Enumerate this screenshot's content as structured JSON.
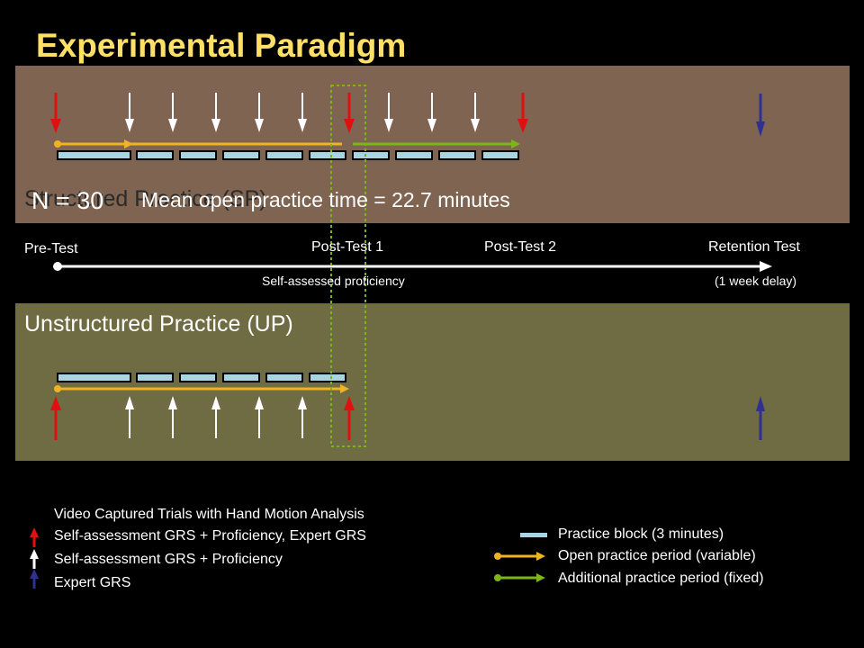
{
  "title": "Experimental Paradigm",
  "structured": {
    "label": "Structured Practice (SP)",
    "n_label": "N = 30",
    "mean_label": "Mean open practice time = 22.7 minutes"
  },
  "unstructured": {
    "label": "Unstructured Practice (UP)"
  },
  "timeline": {
    "pre_test": "Pre-Test",
    "post_test_1": "Post-Test 1",
    "post_test_2": "Post-Test 2",
    "retention_test": "Retention Test",
    "self_assessed": "Self-assessed proficiency",
    "week_delay": "(1 week delay)"
  },
  "legend": {
    "video_trials": "Video Captured Trials with Hand Motion Analysis",
    "red_arrow": "Self-assessment GRS + Proficiency, Expert GRS",
    "white_arrow": "Self-assessment GRS + Proficiency",
    "blue_arrow": "Expert GRS",
    "practice_block": "Practice block (3 minutes)",
    "open_practice": "Open practice period (variable)",
    "additional_practice": "Additional practice period (fixed)"
  },
  "colors": {
    "title": "#FFE066",
    "red_arrow": "#E01010",
    "white_arrow": "#FFFFFF",
    "blue_arrow": "#2E3192",
    "practice_block": "#A9D5E3",
    "open_practice": "#F0B323",
    "additional_practice": "#7CB518",
    "sp_panel": "#7F6551",
    "up_panel": "#6F6B42"
  }
}
